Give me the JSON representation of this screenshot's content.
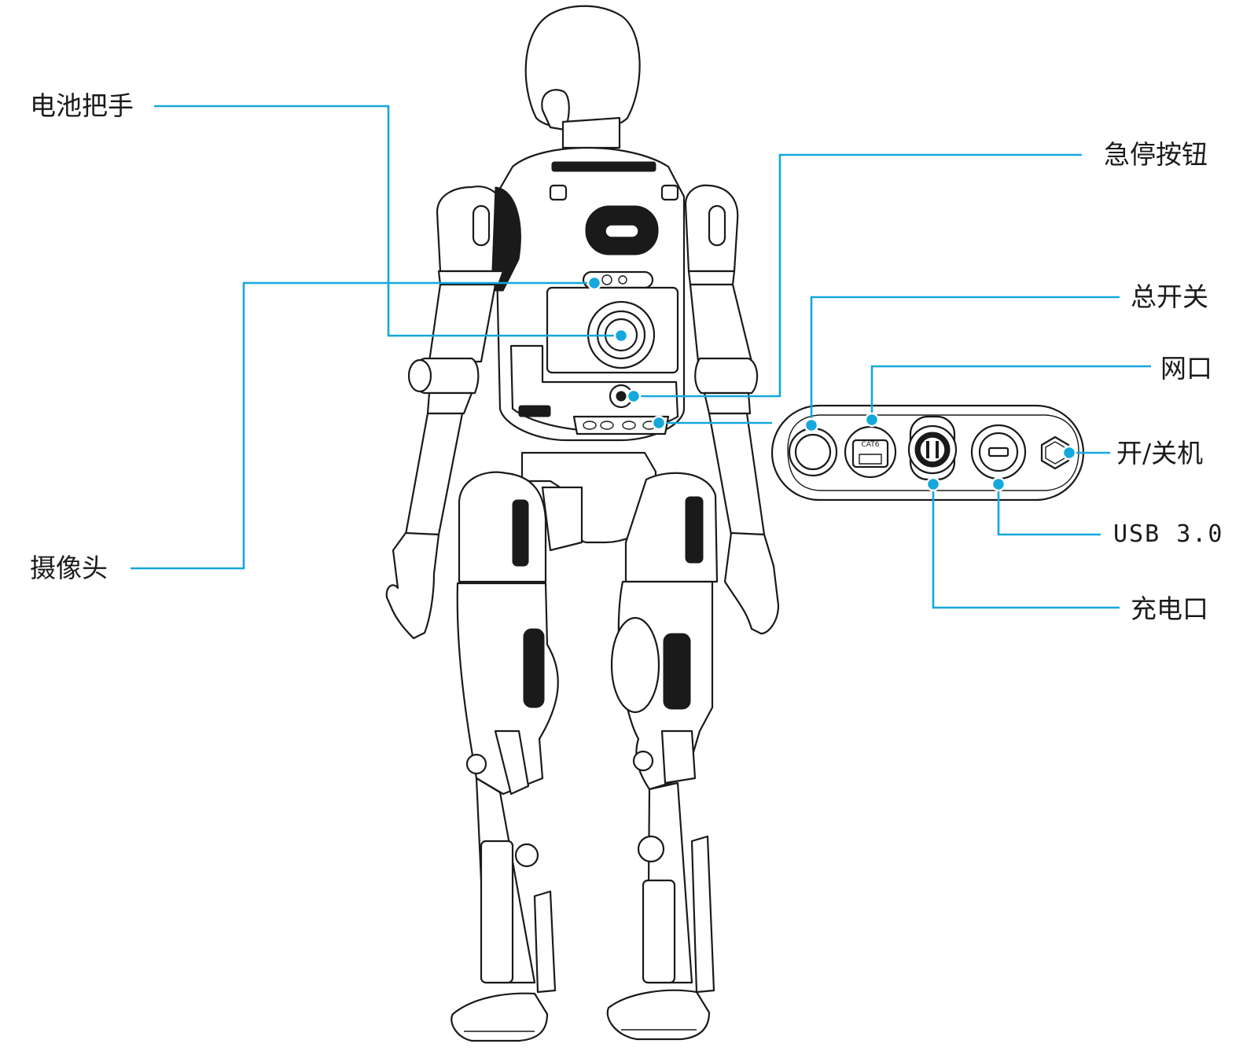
{
  "labels": {
    "battery_handle": "电池把手",
    "camera": "摄像头",
    "emergency_stop": "急停按钮",
    "main_switch": "总开关",
    "network_port": "网口",
    "power_button": "开/关机",
    "usb": "USB 3.0",
    "charging_port": "充电口"
  },
  "port_panel": {
    "network_port_marking": "CAT6"
  },
  "colors": {
    "leader_line": "#14a8dc",
    "outline": "#1a1a1a"
  }
}
